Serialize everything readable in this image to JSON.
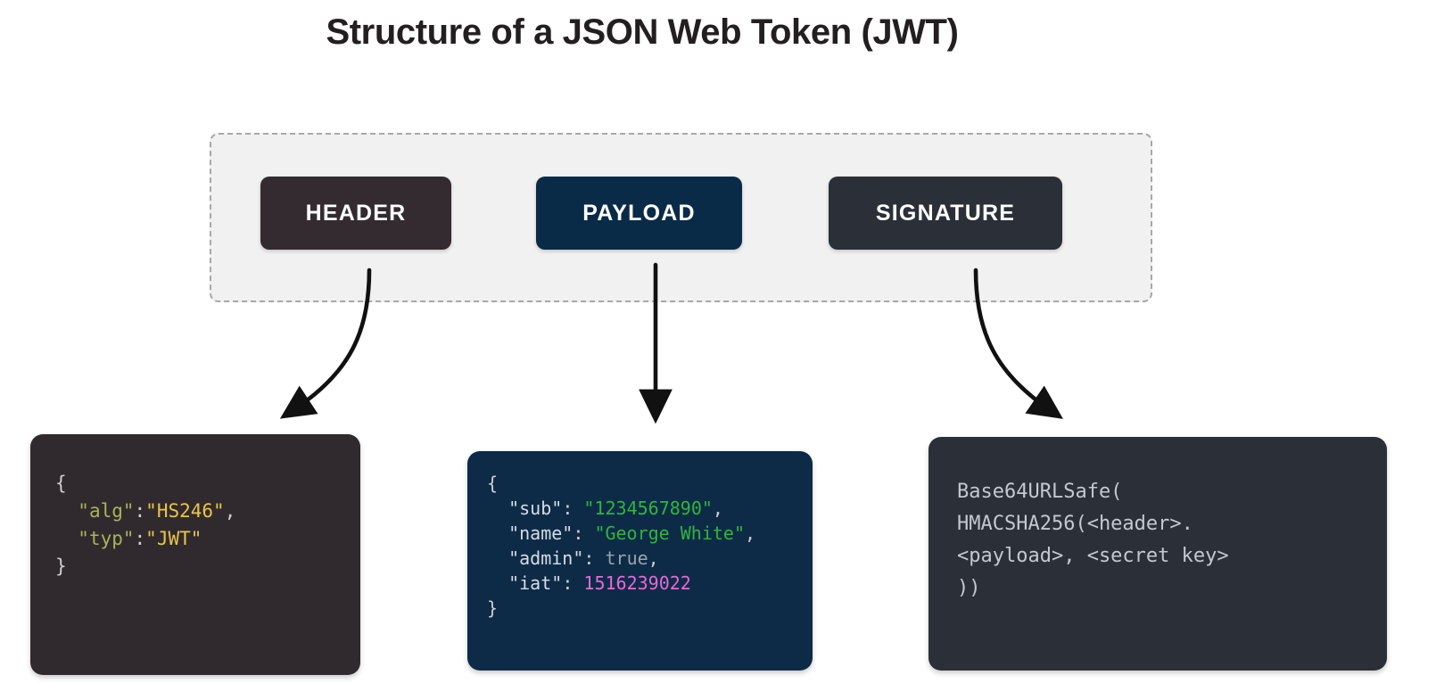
{
  "title": "Structure of a JSON Web Token (JWT)",
  "diagram": {
    "type": "flow-diagram",
    "group_label": "jwt-token-parts",
    "parts": [
      {
        "id": "header",
        "label": "HEADER",
        "color": "#332b30"
      },
      {
        "id": "payload",
        "label": "PAYLOAD",
        "color": "#0a2b47"
      },
      {
        "id": "signature",
        "label": "SIGNATURE",
        "color": "#2b2f38"
      }
    ],
    "arrows": [
      {
        "from": "header",
        "to": "header-code",
        "style": "curved-left"
      },
      {
        "from": "payload",
        "to": "payload-code",
        "style": "straight"
      },
      {
        "from": "signature",
        "to": "signature-code",
        "style": "curved-right"
      }
    ]
  },
  "code_blocks": {
    "header": {
      "background": "#302a2e",
      "lines": [
        [
          {
            "t": "{",
            "c": "punc"
          }
        ],
        [
          {
            "t": "  ",
            "c": "punc"
          },
          {
            "t": "\"alg\"",
            "c": "key-h"
          },
          {
            "t": ":",
            "c": "punc"
          },
          {
            "t": "\"HS246\"",
            "c": "val-h"
          },
          {
            "t": ",",
            "c": "punc"
          }
        ],
        [
          {
            "t": "  ",
            "c": "punc"
          },
          {
            "t": "\"typ\"",
            "c": "key-h"
          },
          {
            "t": ":",
            "c": "punc"
          },
          {
            "t": "\"JWT\"",
            "c": "val-h"
          }
        ],
        [
          {
            "t": "}",
            "c": "punc"
          }
        ]
      ]
    },
    "payload": {
      "background": "#0d2b47",
      "lines": [
        [
          {
            "t": "{",
            "c": "punc"
          }
        ],
        [
          {
            "t": "  ",
            "c": "punc"
          },
          {
            "t": "\"sub\"",
            "c": "key-p"
          },
          {
            "t": ": ",
            "c": "punc"
          },
          {
            "t": "\"1234567890\"",
            "c": "val-p"
          },
          {
            "t": ",",
            "c": "punc"
          }
        ],
        [
          {
            "t": "  ",
            "c": "punc"
          },
          {
            "t": "\"name\"",
            "c": "key-p"
          },
          {
            "t": ": ",
            "c": "punc"
          },
          {
            "t": "\"George White\"",
            "c": "val-p"
          },
          {
            "t": ",",
            "c": "punc"
          }
        ],
        [
          {
            "t": "  ",
            "c": "punc"
          },
          {
            "t": "\"admin\"",
            "c": "key-p"
          },
          {
            "t": ": ",
            "c": "punc"
          },
          {
            "t": "true",
            "c": "bool"
          },
          {
            "t": ",",
            "c": "punc"
          }
        ],
        [
          {
            "t": "  ",
            "c": "punc"
          },
          {
            "t": "\"iat\"",
            "c": "key-p"
          },
          {
            "t": ": ",
            "c": "punc"
          },
          {
            "t": "1516239022",
            "c": "num"
          }
        ],
        [
          {
            "t": "}",
            "c": "punc"
          }
        ]
      ]
    },
    "signature": {
      "background": "#2b2f38",
      "lines": [
        [
          {
            "t": "Base64URLSafe(",
            "c": "plain"
          }
        ],
        [
          {
            "t": "HMACSHA256(<header>.",
            "c": "plain"
          }
        ],
        [
          {
            "t": "<payload>, <secret key>",
            "c": "plain"
          }
        ],
        [
          {
            "t": "))",
            "c": "plain"
          }
        ]
      ]
    }
  }
}
